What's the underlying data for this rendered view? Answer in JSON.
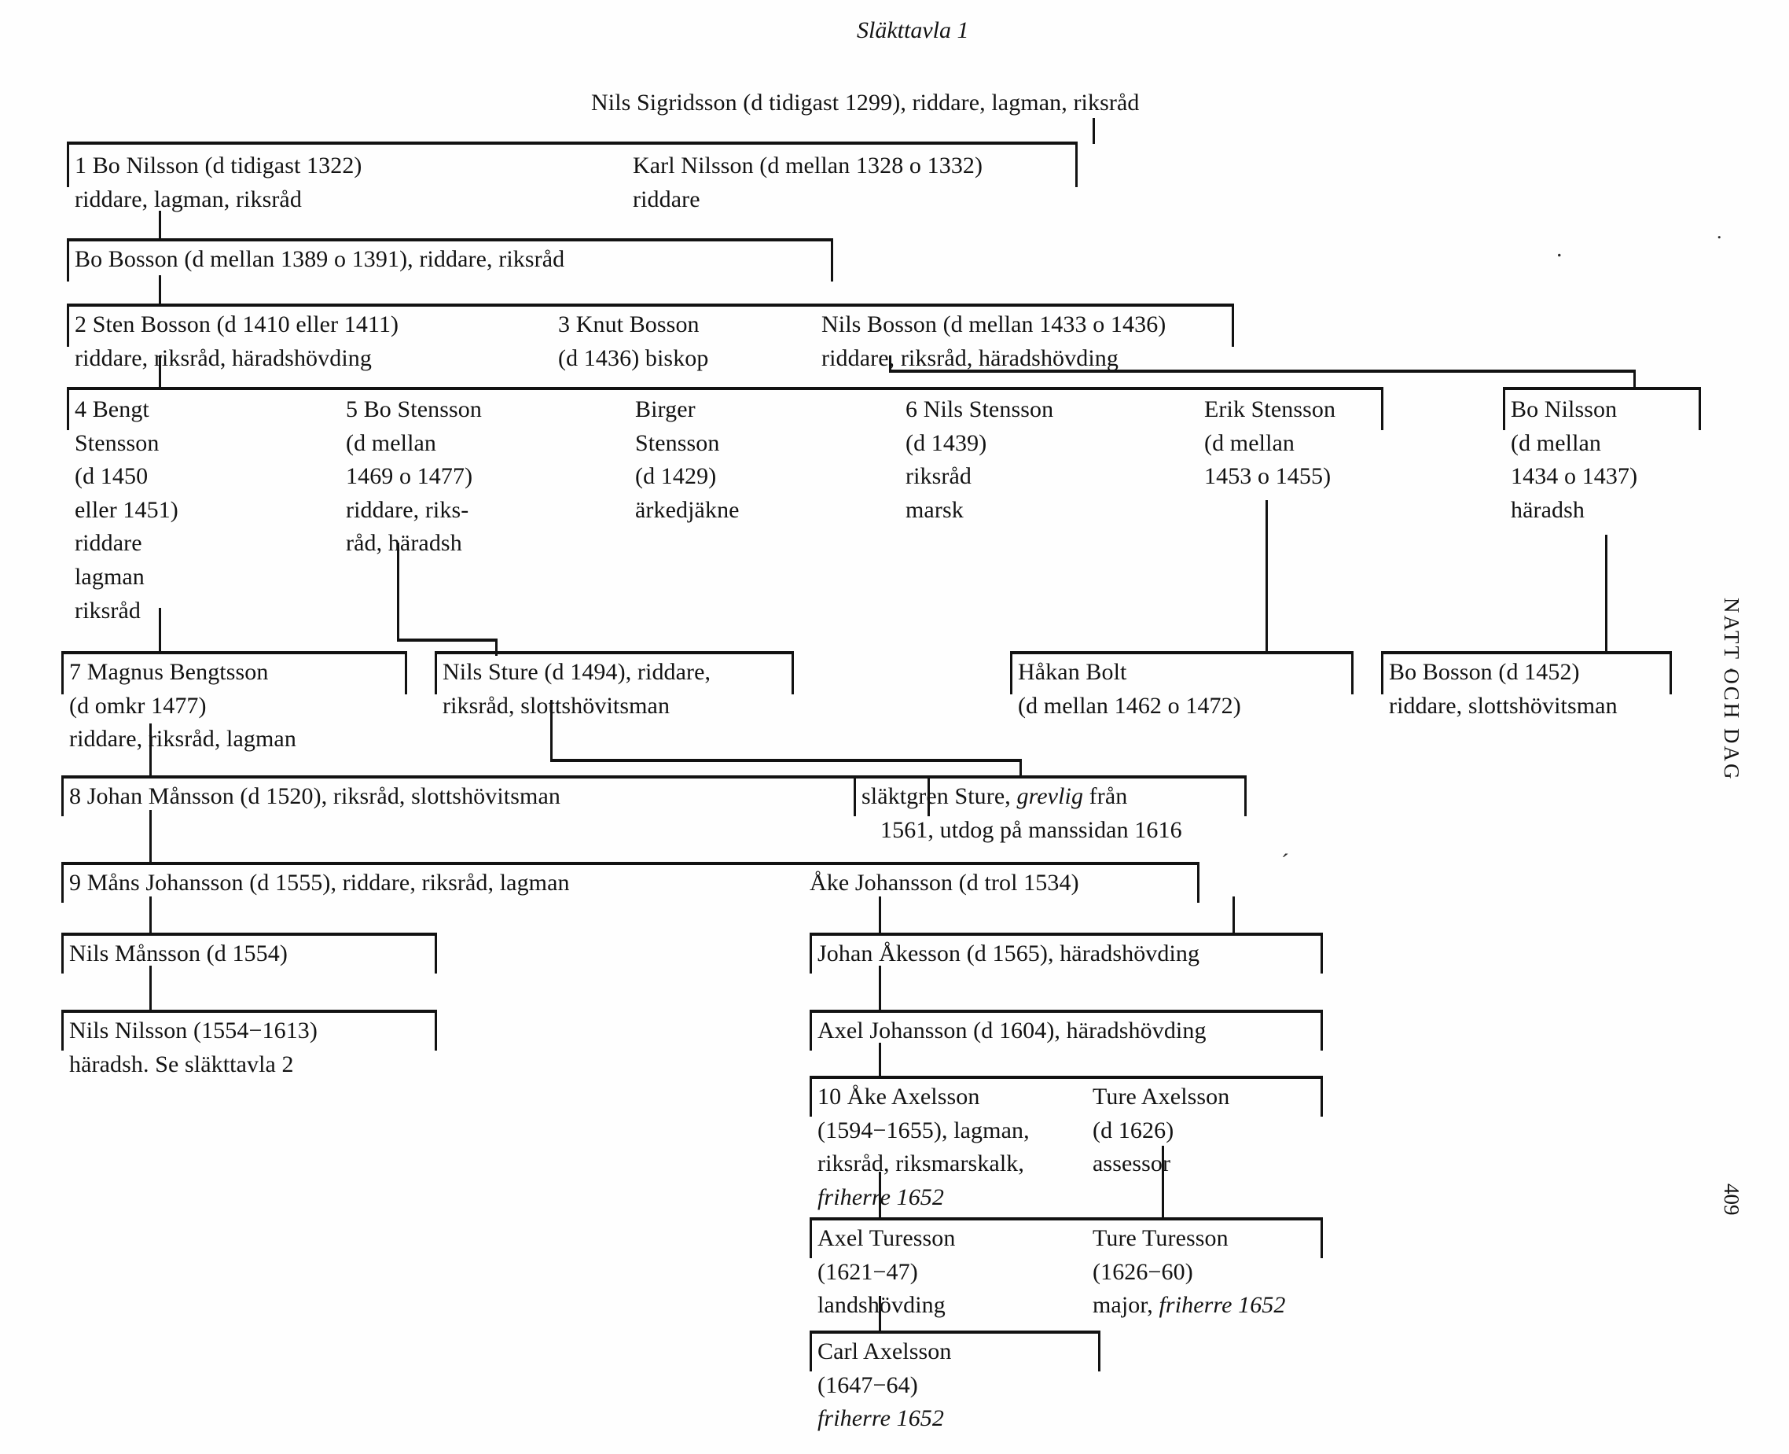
{
  "page": {
    "title": "Släkttavla 1",
    "running_head": "NATT OCH DAG",
    "folio": "409"
  },
  "chart_data": {
    "type": "diagram",
    "diagram_kind": "genealogical-family-tree",
    "title": "Släkttavla 1",
    "family": "NATT OCH DAG",
    "page_number": "409",
    "generations": 12,
    "nodes": [
      {
        "id": "nils-sigridsson",
        "num": null,
        "name": "Nils Sigridsson",
        "dates": "d tidigast 1299",
        "titles": "riddare, lagman, riksråd",
        "text": "Nils Sigridsson (d tidigast 1299), riddare, lagman, riksråd",
        "generation": 1,
        "children": [
          "bo-nilsson-1322",
          "karl-nilsson"
        ]
      },
      {
        "id": "bo-nilsson-1322",
        "num": "1",
        "name": "Bo Nilsson",
        "dates": "d tidigast 1322",
        "titles": "riddare, lagman, riksråd",
        "text": "1 Bo Nilsson (d tidigast 1322)\nriddare, lagman, riksråd",
        "generation": 2,
        "children": [
          "bo-bosson-1389"
        ]
      },
      {
        "id": "karl-nilsson",
        "num": null,
        "name": "Karl Nilsson",
        "dates": "d mellan 1328 o 1332",
        "titles": "riddare",
        "text": "Karl Nilsson (d mellan 1328 o 1332)\nriddare",
        "generation": 2,
        "children": []
      },
      {
        "id": "bo-bosson-1389",
        "num": null,
        "name": "Bo Bosson",
        "dates": "d mellan 1389 o 1391",
        "titles": "riddare, riksråd",
        "text": "Bo Bosson (d mellan 1389 o 1391), riddare, riksråd",
        "generation": 3,
        "children": [
          "sten-bosson",
          "knut-bosson",
          "nils-bosson"
        ]
      },
      {
        "id": "sten-bosson",
        "num": "2",
        "name": "Sten Bosson",
        "dates": "d 1410 eller 1411",
        "titles": "riddare, riksråd, häradshövding",
        "text": "2 Sten Bosson (d 1410 eller 1411)\nriddare, riksråd, häradshövding",
        "generation": 4,
        "children": [
          "bengt-stensson",
          "bo-stensson",
          "birger-stensson",
          "nils-stensson",
          "erik-stensson"
        ]
      },
      {
        "id": "knut-bosson",
        "num": "3",
        "name": "Knut Bosson",
        "dates": "d 1436",
        "titles": "biskop",
        "text": "3 Knut Bosson\n(d 1436) biskop",
        "generation": 4,
        "children": []
      },
      {
        "id": "nils-bosson",
        "num": null,
        "name": "Nils Bosson",
        "dates": "d mellan 1433 o 1436",
        "titles": "riddare, riksråd, häradshövding",
        "text": "Nils Bosson (d mellan 1433 o 1436)\nriddare, riksråd, häradshövding",
        "generation": 4,
        "children": [
          "bo-nilsson-1434"
        ]
      },
      {
        "id": "bengt-stensson",
        "num": "4",
        "name": "Bengt Stensson",
        "dates": "d 1450 eller 1451",
        "titles": "riddare lagman riksråd",
        "text": "4 Bengt\nStensson\n(d 1450\neller 1451)\nriddare\nlagman\nriksråd",
        "generation": 5,
        "children": [
          "magnus-bengtsson"
        ]
      },
      {
        "id": "bo-stensson",
        "num": "5",
        "name": "Bo Stensson",
        "dates": "d mellan 1469 o 1477",
        "titles": "riddare, riksråd, häradsh",
        "text": "5 Bo Stensson\n(d mellan\n1469 o 1477)\nriddare, riks-\nråd, häradsh",
        "generation": 5,
        "children": [
          "nils-sture"
        ]
      },
      {
        "id": "birger-stensson",
        "num": null,
        "name": "Birger Stensson",
        "dates": "d 1429",
        "titles": "ärkedjäkne",
        "text": "Birger\nStensson\n(d 1429)\närkedjäkne",
        "generation": 5,
        "children": []
      },
      {
        "id": "nils-stensson",
        "num": "6",
        "name": "Nils Stensson",
        "dates": "d 1439",
        "titles": "riksråd marsk",
        "text": "6 Nils Stensson\n(d 1439)\nriksråd\nmarsk",
        "generation": 5,
        "children": []
      },
      {
        "id": "erik-stensson",
        "num": null,
        "name": "Erik Stensson",
        "dates": "d mellan 1453 o 1455",
        "titles": "",
        "text": "Erik Stensson\n(d mellan\n1453 o 1455)",
        "generation": 5,
        "children": [
          "hakan-bolt"
        ]
      },
      {
        "id": "bo-nilsson-1434",
        "num": null,
        "name": "Bo Nilsson",
        "dates": "d mellan 1434 o 1437",
        "titles": "häradsh",
        "text": "Bo Nilsson\n(d mellan\n1434 o 1437)\nhäradsh",
        "generation": 5,
        "children": [
          "bo-bosson-1452"
        ]
      },
      {
        "id": "magnus-bengtsson",
        "num": "7",
        "name": "Magnus Bengtsson",
        "dates": "d omkr 1477",
        "titles": "riddare, riksråd, lagman",
        "text": "7 Magnus Bengtsson\n(d omkr 1477)\nriddare, riksråd, lagman",
        "generation": 6,
        "children": [
          "johan-mansson"
        ]
      },
      {
        "id": "nils-sture",
        "num": null,
        "name": "Nils Sture",
        "dates": "d 1494",
        "titles": "riddare, riksråd, slottshövitsman",
        "text": "Nils Sture (d 1494), riddare,\nriksråd, slottshövitsman",
        "generation": 6,
        "children": [
          "slaktgren-sture"
        ]
      },
      {
        "id": "hakan-bolt",
        "num": null,
        "name": "Håkan Bolt",
        "dates": "d mellan 1462 o 1472",
        "titles": "",
        "text": "Håkan Bolt\n(d mellan 1462 o 1472)",
        "generation": 6,
        "children": []
      },
      {
        "id": "bo-bosson-1452",
        "num": null,
        "name": "Bo Bosson",
        "dates": "d 1452",
        "titles": "riddare, slottshövitsman",
        "text": "Bo Bosson (d 1452)\nriddare, slottshövitsman",
        "generation": 6,
        "children": []
      },
      {
        "id": "johan-mansson",
        "num": "8",
        "name": "Johan Månsson",
        "dates": "d 1520",
        "titles": "riksråd, slottshövitsman",
        "text": "8 Johan Månsson (d 1520), riksråd, slottshövitsman",
        "generation": 7,
        "children": [
          "mans-johansson",
          "ake-johansson"
        ]
      },
      {
        "id": "slaktgren-sture",
        "num": null,
        "name": "släktgren Sture",
        "dates": "grevlig från 1561, utdog på manssidan 1616",
        "titles": "",
        "text": "släktgren Sture, grevlig från\n1561, utdog på manssidan 1616",
        "text_pre": "släktgren Sture, ",
        "text_italic": "grevlig",
        "text_post": " från\n1561, utdog på manssidan 1616",
        "generation": 7,
        "children": []
      },
      {
        "id": "mans-johansson",
        "num": "9",
        "name": "Måns Johansson",
        "dates": "d 1555",
        "titles": "riddare, riksråd, lagman",
        "text": "9 Måns Johansson (d 1555), riddare, riksråd, lagman",
        "generation": 8,
        "children": [
          "nils-mansson"
        ]
      },
      {
        "id": "ake-johansson",
        "num": null,
        "name": "Åke Johansson",
        "dates": "d trol 1534",
        "titles": "",
        "text": "Åke Johansson (d trol 1534)",
        "generation": 8,
        "children": [
          "johan-akesson"
        ]
      },
      {
        "id": "nils-mansson",
        "num": null,
        "name": "Nils Månsson",
        "dates": "d 1554",
        "titles": "",
        "text": "Nils Månsson (d 1554)",
        "generation": 9,
        "children": [
          "nils-nilsson"
        ]
      },
      {
        "id": "johan-akesson",
        "num": null,
        "name": "Johan Åkesson",
        "dates": "d 1565",
        "titles": "häradshövding",
        "text": "Johan Åkesson (d 1565), häradshövding",
        "generation": 9,
        "children": [
          "axel-johansson"
        ]
      },
      {
        "id": "nils-nilsson",
        "num": null,
        "name": "Nils Nilsson",
        "dates": "1554−1613",
        "titles": "häradsh. Se släkttavla 2",
        "text": "Nils Nilsson (1554−1613)\nhäradsh. Se släkttavla 2",
        "generation": 10,
        "children": []
      },
      {
        "id": "axel-johansson",
        "num": null,
        "name": "Axel Johansson",
        "dates": "d 1604",
        "titles": "häradshövding",
        "text": "Axel Johansson (d 1604), häradshövding",
        "generation": 10,
        "children": [
          "ake-axelsson",
          "ture-axelsson"
        ]
      },
      {
        "id": "ake-axelsson",
        "num": "10",
        "name": "Åke Axelsson",
        "dates": "1594−1655",
        "titles": "lagman, riksråd, riksmarskalk, friherre 1652",
        "text": "10 Åke Axelsson\n(1594−1655), lagman,\nriksråd, riksmarskalk,\nfriherre 1652",
        "text_pre": "10 Åke Axelsson\n(1594−1655), lagman,\nriksråd, riksmarskalk,\n",
        "text_italic": "friherre 1652",
        "generation": 11,
        "children": [
          "axel-turesson"
        ]
      },
      {
        "id": "ture-axelsson",
        "num": null,
        "name": "Ture Axelsson",
        "dates": "d 1626",
        "titles": "assessor",
        "text": "Ture Axelsson\n(d 1626)\nassessor",
        "generation": 11,
        "children": [
          "ture-turesson"
        ]
      },
      {
        "id": "axel-turesson",
        "num": null,
        "name": "Axel Turesson",
        "dates": "1621−47",
        "titles": "landshövding",
        "text": "Axel Turesson\n(1621−47)\nlandshövding",
        "generation": 12,
        "children": [
          "carl-axelsson"
        ]
      },
      {
        "id": "ture-turesson",
        "num": null,
        "name": "Ture Turesson",
        "dates": "1626−60",
        "titles": "major, friherre 1652",
        "text": "Ture Turesson\n(1626−60)\nmajor, friherre 1652",
        "text_pre": "Ture Turesson\n(1626−60)\nmajor, ",
        "text_italic": "friherre 1652",
        "generation": 12,
        "children": []
      },
      {
        "id": "carl-axelsson",
        "num": null,
        "name": "Carl Axelsson",
        "dates": "1647−64",
        "titles": "friherre 1652",
        "text": "Carl Axelsson\n(1647−64)\nfriherre 1652",
        "text_pre": "Carl Axelsson\n(1647−64)\n",
        "text_italic": "friherre 1652",
        "generation": 13,
        "children": []
      }
    ]
  },
  "nodes": {
    "nils_sigridsson": "Nils Sigridsson (d tidigast 1299), riddare, lagman, riksråd",
    "bo_nilsson_1322": "1 Bo Nilsson (d tidigast 1322)\nriddare, lagman, riksråd",
    "karl_nilsson": "Karl Nilsson (d mellan 1328 o 1332)\nriddare",
    "bo_bosson_1389": "Bo Bosson (d mellan 1389 o 1391), riddare, riksråd",
    "sten_bosson": "2 Sten Bosson (d 1410 eller 1411)\nriddare, riksråd, häradshövding",
    "knut_bosson": "3 Knut Bosson\n(d 1436) biskop",
    "nils_bosson": "Nils Bosson (d mellan 1433 o 1436)\nriddare, riksråd, häradshövding",
    "bengt_stensson": "4 Bengt\nStensson\n(d 1450\neller 1451)\nriddare\nlagman\nriksråd",
    "bo_stensson": "5 Bo Stensson\n(d mellan\n1469 o 1477)\nriddare, riks-\nråd, häradsh",
    "birger_stensson": "Birger\nStensson\n(d 1429)\närkedjäkne",
    "nils_stensson": "6 Nils Stensson\n(d 1439)\nriksråd\nmarsk",
    "erik_stensson": "Erik Stensson\n(d mellan\n1453 o 1455)",
    "bo_nilsson_1434": "Bo Nilsson\n(d mellan\n1434 o 1437)\nhäradsh",
    "magnus_bengtsson": "7 Magnus Bengtsson\n(d omkr 1477)\nriddare, riksråd, lagman",
    "nils_sture": "Nils Sture (d 1494), riddare,\nriksråd, slottshövitsman",
    "hakan_bolt": "Håkan Bolt\n(d mellan 1462 o 1472)",
    "bo_bosson_1452": "Bo Bosson (d 1452)\nriddare, slottshövitsman",
    "johan_mansson": "8 Johan Månsson (d 1520), riksråd, slottshövitsman",
    "slaktgren_sture_a": "släktgren Sture, ",
    "slaktgren_sture_i": "grevlig",
    "slaktgren_sture_b": " från",
    "slaktgren_sture_c": "1561, utdog på manssidan 1616",
    "mans_johansson": "9 Måns Johansson (d 1555), riddare, riksråd, lagman",
    "ake_johansson": "Åke Johansson (d trol 1534)",
    "nils_mansson": "Nils Månsson (d 1554)",
    "johan_akesson": "Johan Åkesson (d 1565), häradshövding",
    "nils_nilsson": "Nils Nilsson (1554−1613)\nhäradsh. Se släkttavla 2",
    "axel_johansson": "Axel Johansson (d 1604), häradshövding",
    "ake_axelsson_a": "10 Åke Axelsson\n(1594−1655), lagman,\nriksråd, riksmarskalk,",
    "ake_axelsson_i": "friherre 1652",
    "ture_axelsson": "Ture Axelsson\n(d 1626)\nassessor",
    "axel_turesson": "Axel Turesson\n(1621−47)\nlandshövding",
    "ture_turesson_a": "Ture Turesson\n(1626−60)\nmajor, ",
    "ture_turesson_i": "friherre 1652",
    "carl_axelsson_a": "Carl Axelsson\n(1647−64)",
    "carl_axelsson_i": "friherre 1652"
  }
}
